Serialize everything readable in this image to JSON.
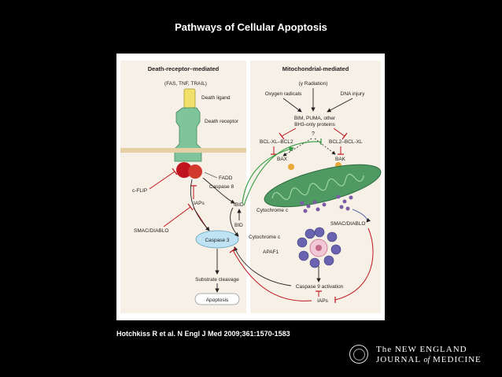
{
  "slide": {
    "title": "Pathways of Cellular Apoptosis",
    "citation": "Hotchkiss R et al. N Engl J Med 2009;361:1570-1583"
  },
  "journal": {
    "line1": "The NEW ENGLAND",
    "line2_a": "JOURNAL",
    "line2_of": "of",
    "line2_b": "MEDICINE"
  },
  "diagram": {
    "headers": {
      "left": "Death-receptor–mediated",
      "right": "Mitochondrial-mediated"
    },
    "labels": {
      "ligands": "(FAS, TNF, TRAIL)",
      "death_ligand": "Death ligand",
      "death_receptor": "Death receptor",
      "fadd": "FADD",
      "caspase8": "Caspase 8",
      "cflip": "c-FLIP",
      "iaps_left": "IAPs",
      "smac_left": "SMAC/DIABLO",
      "caspase3": "Caspase 3",
      "tbid": "tBID",
      "bid": "BID",
      "substrate": "Substrate cleavage",
      "apoptosis": "Apoptosis",
      "radiation": "(γ Radiation)",
      "oxygen": "Oxygen radicals",
      "dna": "DNA injury",
      "bim1": "BIM, PUMA, other",
      "bim2": "BH3-only proteins",
      "question": "?",
      "bcl_left": "BCL-XL–BCL2",
      "bcl_right": "BCL2–BCL-XL",
      "bax": "BAX",
      "bak": "BAK",
      "cytc_mito": "Cytochrome c",
      "smac_right": "SMAC/DIABLO",
      "cytc_apaf": "Cytochrome c",
      "apaf1": "APAF1",
      "casp9": "Caspase 9 activation",
      "iaps_bottom": "IAPs"
    },
    "colors": {
      "receptor": "#7fc49a",
      "ligand": "#f1e06a",
      "fadd": "#c0141e",
      "caspase3": "#bfe3f2",
      "mitochondrion": "#4e9a62",
      "apoptosome": "#6a64b0",
      "cytochrome": "#7b5aa6",
      "green_path": "#2f9a3f",
      "red_path": "#c0141e"
    }
  }
}
